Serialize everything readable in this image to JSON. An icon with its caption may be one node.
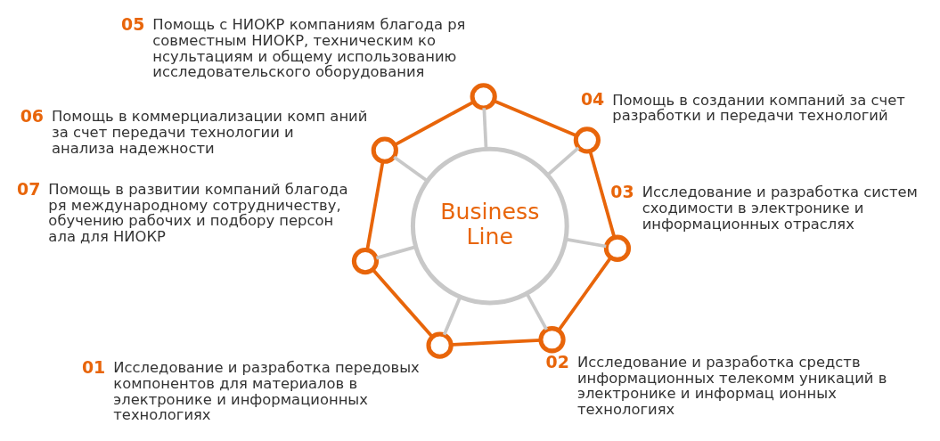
{
  "diagram": {
    "nodes": [
      {
        "text": [],
        "shape": "circle",
        "beside": [
          "01",
          "Исследование и разработка передовых компонентов для материалов в электронике и информационных технологиях"
        ]
      },
      {
        "text": [],
        "shape": "circle",
        "beside": [
          "02",
          "Исследование и разработка средств информационных телекомм уникаций в электронике и информац ионных технологиях"
        ]
      },
      {
        "text": [],
        "shape": "circle",
        "beside": [
          "03",
          "Исследование и разработка систем сходимости в электронике и информационных отраслях"
        ]
      },
      {
        "text": [],
        "shape": "circle",
        "beside": [
          "04",
          "Помощь в создании компаний за счет разработки и передачи технологий"
        ]
      },
      {
        "text": [],
        "shape": "circle",
        "beside": [
          "05",
          "Помощь с НИОКР компаниям благода ря совместным НИОКР, техническим ко нсультациям и общему использованию исследовательского оборудования"
        ]
      },
      {
        "text": [],
        "shape": "circle",
        "beside": [
          "06",
          "Помощь в коммерциализации комп аний за счет передачи технологии и анализа надежности"
        ]
      },
      {
        "text": [],
        "shape": "circle",
        "beside": [
          "07",
          "Помощь в развитии компаний благода ря международному сотрудничеству, обучению рабочих и подбору персон ала для НИОКР"
        ]
      },
      {
        "text": [
          "Business Line"
        ]
      }
    ],
    "edges": [
      {
        "from": 0,
        "to": 1,
        "arrow": "none",
        "color": "#e8650a"
      },
      {
        "from": 1,
        "to": 2,
        "arrow": "none",
        "color": "#e8650a"
      },
      {
        "from": 2,
        "to": 3,
        "arrow": "none",
        "color": "#e8650a"
      },
      {
        "from": 3,
        "to": 4,
        "arrow": "none",
        "color": "#e8650a"
      },
      {
        "from": 4,
        "to": 5,
        "arrow": "none",
        "color": "#e8650a"
      },
      {
        "from": 5,
        "to": 6,
        "arrow": "none",
        "color": "#e8650a"
      },
      {
        "from": 6,
        "to": 0,
        "arrow": "none",
        "color": "#e8650a"
      },
      {
        "from": 7,
        "to": 0,
        "arrow": "none",
        "color": "#c8c8c8"
      },
      {
        "from": 7,
        "to": 1,
        "arrow": "none",
        "color": "#c8c8c8"
      },
      {
        "from": 7,
        "to": 2,
        "arrow": "none",
        "color": "#c8c8c8"
      },
      {
        "from": 7,
        "to": 3,
        "arrow": "none",
        "color": "#c8c8c8"
      },
      {
        "from": 7,
        "to": 4,
        "arrow": "none",
        "color": "#c8c8c8"
      },
      {
        "from": 7,
        "to": 5,
        "arrow": "none",
        "color": "#c8c8c8"
      },
      {
        "from": 7,
        "to": 6,
        "arrow": "none",
        "color": "#c8c8c8"
      }
    ]
  }
}
